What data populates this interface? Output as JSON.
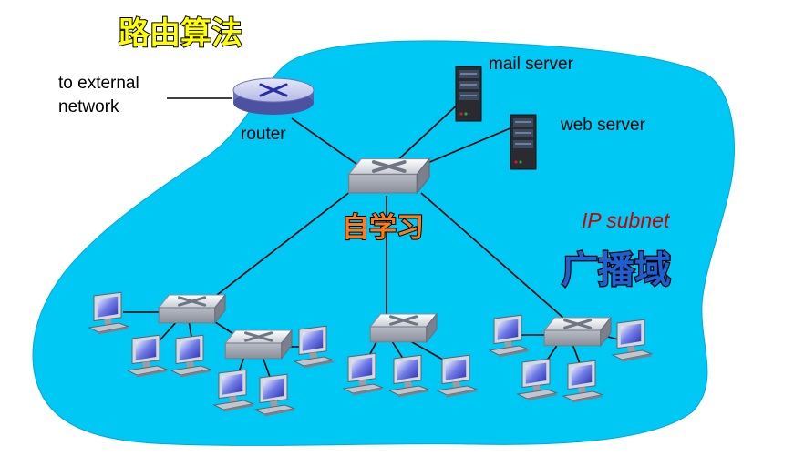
{
  "labels": {
    "routing_algorithm": "路由算法",
    "external_network_line1": "to external",
    "external_network_line2": "network",
    "router": "router",
    "mail_server": "mail server",
    "web_server": "web server",
    "ip_subnet": "IP subnet",
    "self_learning": "自学习",
    "broadcast_domain": "广播域"
  },
  "colors": {
    "subnet_fill": "#00c8f5",
    "routing_label_fill": "#ffff00",
    "self_learning_fill": "#ff7a1a",
    "broadcast_label_fill": "#1f5fd0",
    "ip_subnet_text": "#cc0000"
  },
  "icons": {
    "router": "router-icon",
    "switch": "switch-icon",
    "server": "server-icon",
    "host": "desktop-computer-icon"
  }
}
